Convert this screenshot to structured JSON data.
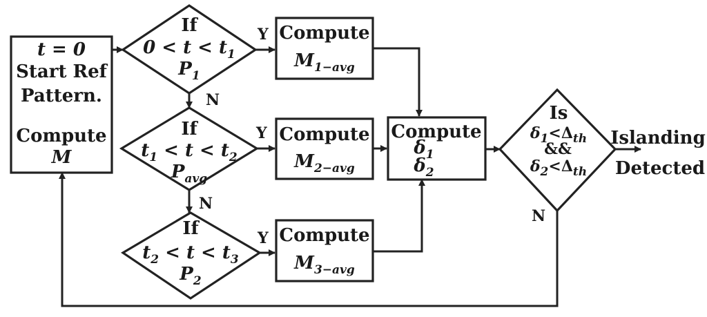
{
  "start_box": {
    "line1": "t = 0",
    "line2": "Start Ref",
    "line3": "Pattern.",
    "line4": "Compute",
    "line5": "M"
  },
  "decision1": {
    "line1": "If",
    "cond_a": "0 < t < t",
    "cond_a_sub": "1",
    "cond_b": "P",
    "cond_b_sub": "1"
  },
  "decision2": {
    "line1": "If",
    "cond_a_pre": "t",
    "cond_a_pre_sub": "1",
    "cond_a": " < t < t",
    "cond_a_sub": "2",
    "cond_b": "P",
    "cond_b_sub": "avg"
  },
  "decision3": {
    "line1": "If",
    "cond_a_pre": "t",
    "cond_a_pre_sub": "2",
    "cond_a": " < t < t",
    "cond_a_sub": "3",
    "cond_b": "P",
    "cond_b_sub": "2"
  },
  "compute1": {
    "line1": "Compute",
    "var": "M",
    "var_sub": "1−avg"
  },
  "compute2": {
    "line1": "Compute",
    "var": "M",
    "var_sub": "2−avg"
  },
  "compute3": {
    "line1": "Compute",
    "var": "M",
    "var_sub": "3−avg"
  },
  "compute_delta": {
    "line1": "Compute",
    "d1": "δ",
    "d1_sub": "1",
    "d2": "δ",
    "d2_sub": "2"
  },
  "final_decision": {
    "line1": "Is",
    "cond1": "δ",
    "cond1_sub": "1",
    "cond1_rest": "<Δ",
    "cond1_rest_sub": "th",
    "and": "&&",
    "cond2": "δ",
    "cond2_sub": "2",
    "cond2_rest": "<Δ",
    "cond2_rest_sub": "th"
  },
  "labels": {
    "yes1": "Y",
    "yes2": "Y",
    "yes3": "Y",
    "no1": "N",
    "no2": "N",
    "no_final": "N"
  },
  "output": {
    "line1": "Islanding",
    "line2": "Detected"
  }
}
